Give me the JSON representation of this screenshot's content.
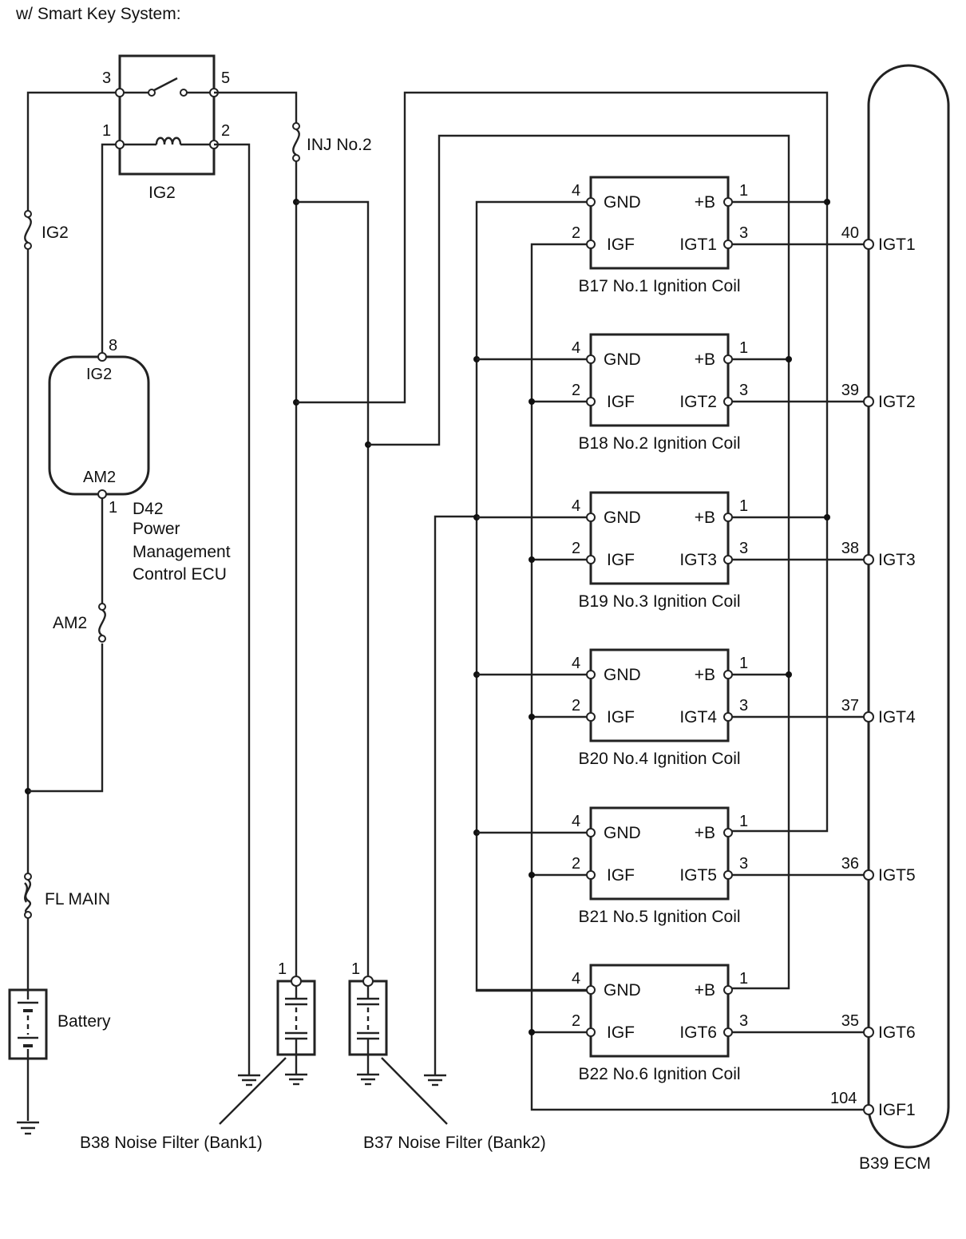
{
  "title": "w/ Smart Key System:",
  "relay": {
    "name": "IG2",
    "pins": [
      "3",
      "5",
      "1",
      "2"
    ]
  },
  "fuses": {
    "ig2": "IG2",
    "inj": "INJ No.2",
    "am2": "AM2",
    "fl_main": "FL MAIN"
  },
  "pm_ecu": {
    "pin_top": "8",
    "label_top": "IG2",
    "label_bottom": "AM2",
    "pin_bottom": "1",
    "code": "D42",
    "name_lines": [
      "Power",
      "Management",
      "Control ECU"
    ]
  },
  "battery": "Battery",
  "noise_filters": [
    {
      "pin": "1",
      "label": "B38  Noise Filter (Bank1)"
    },
    {
      "pin": "1",
      "label": "B37  Noise Filter (Bank2)"
    }
  ],
  "coils": [
    {
      "label": "B17  No.1 Ignition Coil",
      "igt": "IGT1",
      "ecu_pin": "40"
    },
    {
      "label": "B18  No.2 Ignition Coil",
      "igt": "IGT2",
      "ecu_pin": "39"
    },
    {
      "label": "B19  No.3 Ignition Coil",
      "igt": "IGT3",
      "ecu_pin": "38"
    },
    {
      "label": "B20  No.4 Ignition Coil",
      "igt": "IGT4",
      "ecu_pin": "37"
    },
    {
      "label": "B21  No.5 Ignition Coil",
      "igt": "IGT5",
      "ecu_pin": "36"
    },
    {
      "label": "B22  No.6 Ignition Coil",
      "igt": "IGT6",
      "ecu_pin": "35"
    }
  ],
  "coil_pins": {
    "gnd": "GND",
    "igf": "IGF",
    "plus_b": "+B",
    "gnd_pin": "4",
    "igf_pin": "2",
    "plus_b_pin": "1",
    "igt_pin": "3"
  },
  "ecm": {
    "label": "B39  ECM",
    "terminals": [
      "IGT1",
      "IGT2",
      "IGT3",
      "IGT4",
      "IGT5",
      "IGT6",
      "IGF1"
    ],
    "igf_pin": "104"
  }
}
